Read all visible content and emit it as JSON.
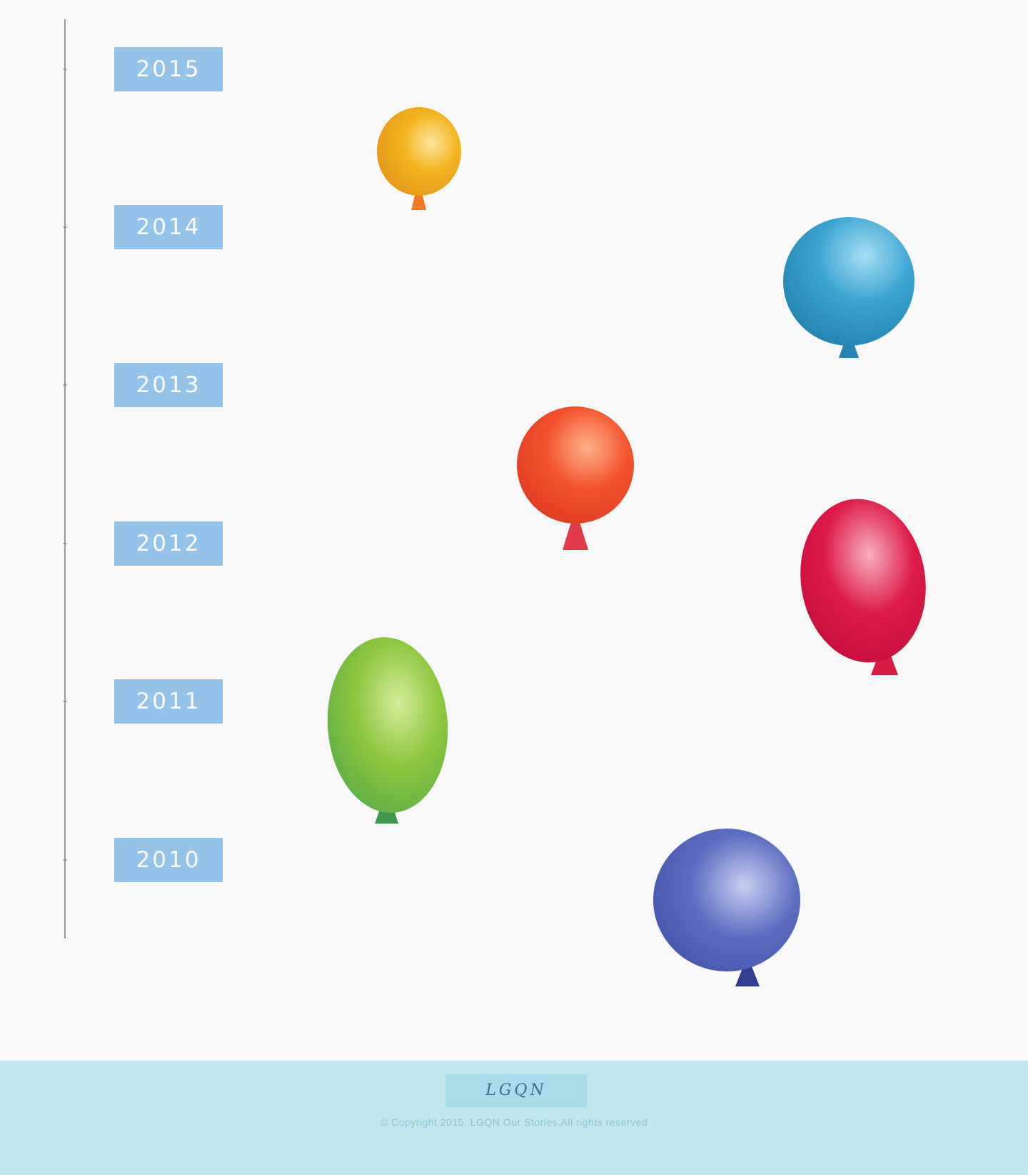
{
  "timeline": {
    "years": [
      "2015",
      "2014",
      "2013",
      "2012",
      "2011",
      "2010"
    ]
  },
  "balloons": [
    {
      "color_name": "yellow",
      "main": "#f3b520",
      "light": "#fbe59c",
      "dark": "#e4951a",
      "knot": "#ef7a22"
    },
    {
      "color_name": "blue",
      "main": "#3ba4d0",
      "light": "#a7dff2",
      "dark": "#217fad",
      "knot": "#2585b0"
    },
    {
      "color_name": "orange-red",
      "main": "#f1522c",
      "light": "#ffb08c",
      "dark": "#dc3620",
      "knot": "#e23b4c"
    },
    {
      "color_name": "crimson",
      "main": "#dc1b48",
      "light": "#f8aebf",
      "dark": "#c20a3a",
      "knot": "#d71b42"
    },
    {
      "color_name": "green",
      "main": "#8cc63e",
      "light": "#d4ec9a",
      "dark": "#4ea84a",
      "knot": "#3e9a4a"
    },
    {
      "color_name": "indigo",
      "main": "#5c6ec0",
      "light": "#c9cff0",
      "dark": "#3e4eaa",
      "knot": "#323f91"
    }
  ],
  "footer": {
    "logo": "LGQN",
    "copyright": "© Copyright 2015. LGQN Our Stories.All rights reserved"
  },
  "colors": {
    "background": "#f8f8f8",
    "year_tag": "#94c4ea",
    "axis": "#9a9a9a",
    "footer_bg": "#c0e6ee",
    "footer_logo_bg": "#a8dcea"
  }
}
